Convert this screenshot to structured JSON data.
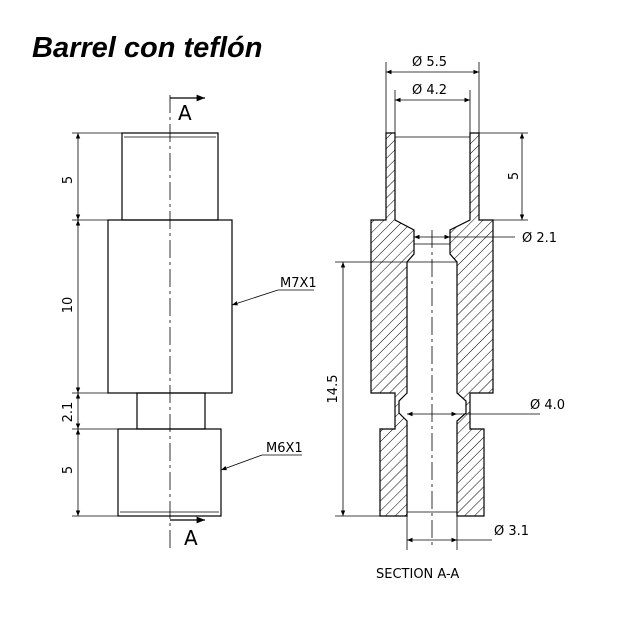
{
  "title": "Barrel con teflón",
  "left_view": {
    "section_label_top": "A",
    "section_label_bottom": "A",
    "dim_top_length": "5",
    "dim_middle_length": "10",
    "dim_neck_length": "2.1",
    "dim_bottom_length": "5",
    "thread_upper": "M7X1",
    "thread_lower": "M6X1"
  },
  "section_view": {
    "dia_outer_top": "Ø 5.5",
    "dia_inner_top": "Ø 4.2",
    "dia_narrow": "Ø 2.1",
    "dia_bore": "Ø 4.0",
    "dia_bottom": "Ø 3.1",
    "dim_top_depth": "5",
    "dim_bore_length": "14.5",
    "caption": "SECTION A-A"
  }
}
